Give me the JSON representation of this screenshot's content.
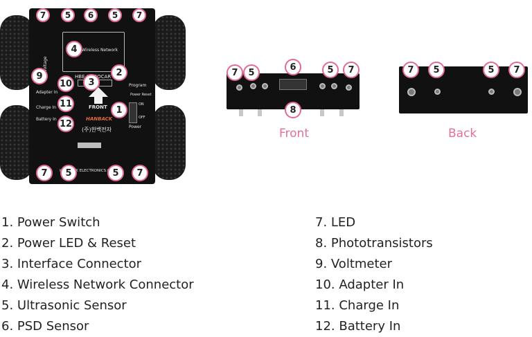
{
  "board": {
    "model": "HBE-ROBOCAR",
    "wireless_label": "Wireless Network",
    "front_label": "FRONT",
    "voltage_label": "Voltage",
    "program_label": "Program",
    "power_label": "Power Reset",
    "on_label": "ON",
    "off_label": "OFF",
    "power_text": "Power",
    "adapter_label": "Adapter In",
    "charge_label": "Charge In",
    "battery_label": "Battery In",
    "brand_text": "HANBACK",
    "korean_text": "(주)한백전자",
    "company": "HANBACK ELECTRONICS.CO.,LTD"
  },
  "badges": {
    "top": [
      "7",
      "5",
      "6",
      "5",
      "7"
    ],
    "bottom": [
      "7",
      "5",
      "5",
      "7"
    ],
    "c4": "4",
    "c2": "2",
    "c9": "9",
    "c10": "10",
    "c3": "3",
    "c11": "11",
    "c1": "1",
    "c12": "12",
    "front_row": [
      "7",
      "5",
      "6",
      "5",
      "7"
    ],
    "front_8": "8",
    "back_row": [
      "7",
      "5",
      "5",
      "7"
    ]
  },
  "captions": {
    "front": "Front",
    "back": "Back"
  },
  "legend_left": [
    "1. Power Switch",
    "2. Power LED & Reset",
    "3. Interface Connector",
    "4. Wireless Network Connector",
    "5. Ultrasonic Sensor",
    "6. PSD Sensor"
  ],
  "legend_right": [
    "7. LED",
    "8. Phototransistors",
    "9. Voltmeter",
    "10. Adapter In",
    "11. Charge In",
    "12. Battery In"
  ],
  "colors": {
    "accent": "#e36a92",
    "board": "#111111",
    "text": "#222222"
  }
}
